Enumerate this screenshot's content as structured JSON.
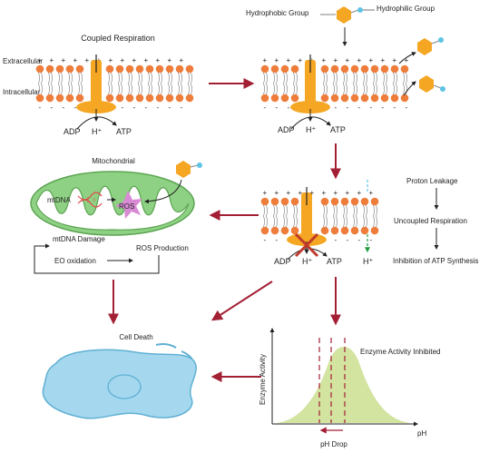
{
  "labels": {
    "coupled_respiration": "Coupled Respiration",
    "extracellular": "Extracellular",
    "intracellular": "Intracellular",
    "hydrophobic_group": "Hydrophobic Group",
    "hydrophilic_group": "Hydrophilic Group",
    "adp": "ADP",
    "h_plus": "H⁺",
    "atp": "ATP",
    "mitochondrial": "Mitochondrial",
    "mtdna": "mtDNA",
    "ros": "ROS",
    "mtdna_damage": "mtDNA Damage",
    "eo_oxidation": "EO oxidation",
    "ros_production": "ROS Production",
    "proton_leakage": "Proton Leakage",
    "uncoupled_respiration": "Uncoupled Respiration",
    "inhibition_atp": "Inhibition of ATP Synthesis",
    "cell_death": "Cell Death",
    "enzyme_activity": "Enzyme Activity",
    "enzyme_inhibited": "Enzyme Activity Inhibited",
    "ph": "pH",
    "ph_drop": "pH Drop"
  },
  "membrane": {
    "plus_sign": "+",
    "minus_sign": "-"
  },
  "colors": {
    "lipid_head": "#ee7d3b",
    "protein": "#f5a623",
    "arrow_red": "#a31f34",
    "mito_fill": "#8fd184",
    "mito_inner": "#ffffff",
    "cell_fill": "#a5d8ee",
    "curve_fill": "#d3e3a0",
    "hex_fill": "#f5a623",
    "hex_tail": "#5ec4e6",
    "ros_fill": "#d88bd4",
    "leak_green": "#1f9b3f",
    "block_red": "#c0392b"
  }
}
